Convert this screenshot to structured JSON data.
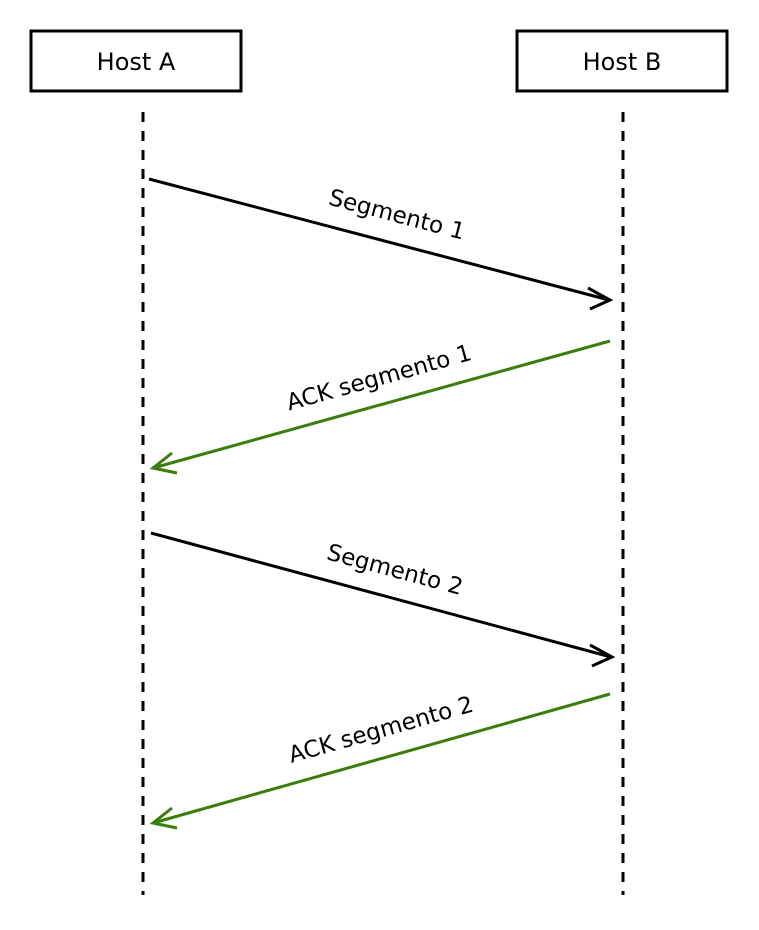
{
  "diagram": {
    "type": "sequence",
    "hosts": [
      {
        "id": "A",
        "label": "Host A"
      },
      {
        "id": "B",
        "label": "Host B"
      }
    ],
    "messages": [
      {
        "from": "A",
        "to": "B",
        "label": "Segmento 1",
        "kind": "data"
      },
      {
        "from": "B",
        "to": "A",
        "label": "ACK segmento 1",
        "kind": "ack"
      },
      {
        "from": "A",
        "to": "B",
        "label": "Segmento 2",
        "kind": "data"
      },
      {
        "from": "B",
        "to": "A",
        "label": "ACK segmento 2",
        "kind": "ack"
      }
    ],
    "colors": {
      "data": "#000000",
      "ack": "#3a7d0a"
    }
  }
}
